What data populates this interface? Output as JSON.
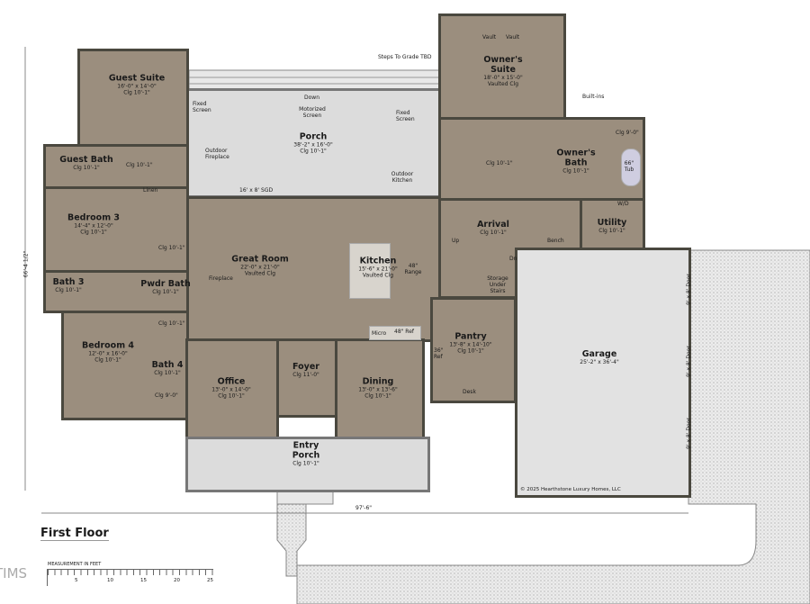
{
  "title": "First Floor",
  "scale": {
    "label": "MEASUREMENT IN FEET",
    "ticks": [
      "5",
      "10",
      "15",
      "20",
      "25"
    ]
  },
  "dimensions": {
    "width": "97'-6\"",
    "depth": "66'-4 1/2\""
  },
  "copyright": "© 2025 Hearthstone Luxury Homes, LLC",
  "watermark": "TIMS",
  "colors": {
    "interior": "#9b8e7e",
    "wall": "#4a483f",
    "porch": "#dcdcdc",
    "garage": "#e2e2e2"
  },
  "rooms": {
    "guest_suite": {
      "name": "Guest Suite",
      "size": "16'-0\" x 14'-0\"",
      "ceiling": "Clg 10'-1\""
    },
    "guest_bath": {
      "name": "Guest Bath",
      "ceiling": "Clg 10'-1\""
    },
    "bedroom3": {
      "name": "Bedroom 3",
      "size": "14'-4\" x 12'-0\"",
      "ceiling": "Clg 10'-1\""
    },
    "bath3": {
      "name": "Bath 3",
      "ceiling": "Clg 10'-1\""
    },
    "pwdr_bath": {
      "name": "Pwdr Bath",
      "ceiling": "Clg 10'-1\""
    },
    "bedroom4": {
      "name": "Bedroom 4",
      "size": "12'-0\" x 16'-0\"",
      "ceiling": "Clg 10'-1\""
    },
    "bath4": {
      "name": "Bath 4",
      "ceiling": "Clg 10'-1\""
    },
    "porch": {
      "name": "Porch",
      "size": "38'-2\" x 16'-0\"",
      "ceiling": "Clg 10'-1\""
    },
    "great_room": {
      "name": "Great Room",
      "size": "22'-0\" x 21'-0\"",
      "ceiling": "Vaulted Clg"
    },
    "kitchen": {
      "name": "Kitchen",
      "size": "15'-6\" x 21'-0\"",
      "ceiling": "Vaulted Clg"
    },
    "office": {
      "name": "Office",
      "size": "13'-0\" x 14'-0\"",
      "ceiling": "Clg 10'-1\""
    },
    "foyer": {
      "name": "Foyer",
      "ceiling": "Clg 11'-0\""
    },
    "dining": {
      "name": "Dining",
      "size": "13'-0\" x 13'-6\"",
      "ceiling": "Clg 10'-1\""
    },
    "entry_porch": {
      "name": "Entry Porch",
      "ceiling": "Clg 10'-1\""
    },
    "owners_suite": {
      "name": "Owner's Suite",
      "size": "18'-0\" x 15'-0\"",
      "ceiling": "Vaulted Clg"
    },
    "owners_bath": {
      "name": "Owner's Bath",
      "ceiling": "Clg 10'-1\""
    },
    "arrival": {
      "name": "Arrival",
      "ceiling": "Clg 10'-1\""
    },
    "utility": {
      "name": "Utility",
      "ceiling": "Clg 10'-1\""
    },
    "pantry": {
      "name": "Pantry",
      "size": "13'-8\" x 14'-10\"",
      "ceiling": "Clg 10'-1\""
    },
    "garage": {
      "name": "Garage",
      "size": "25'-2\" x 36'-4\""
    }
  },
  "notes": {
    "steps": "Steps To Grade TBD",
    "fixed_screen": "Fixed Screen",
    "motorized": "Motorized Screen",
    "down": "Down",
    "outdoor_fireplace": "Outdoor Fireplace",
    "outdoor_kitchen": "Outdoor Kitchen",
    "sgd": "16' x 8' SGD",
    "fireplace": "Fireplace",
    "linen": "Linen",
    "range": "48\" Range",
    "micro": "Micro",
    "ref": "48\" Ref",
    "ref36": "36\" Ref",
    "desk": "Desk",
    "bench": "Bench",
    "up": "Up",
    "dn": "Dn",
    "storage": "Storage Under Stairs",
    "builtins": "Built-ins",
    "tub": "66\" Tub",
    "wd": "W/D",
    "vault": "Vault",
    "clg101": "Clg 10'-1\"",
    "clg90": "Clg 9'-0\"",
    "door": "9' x 8' Door"
  }
}
